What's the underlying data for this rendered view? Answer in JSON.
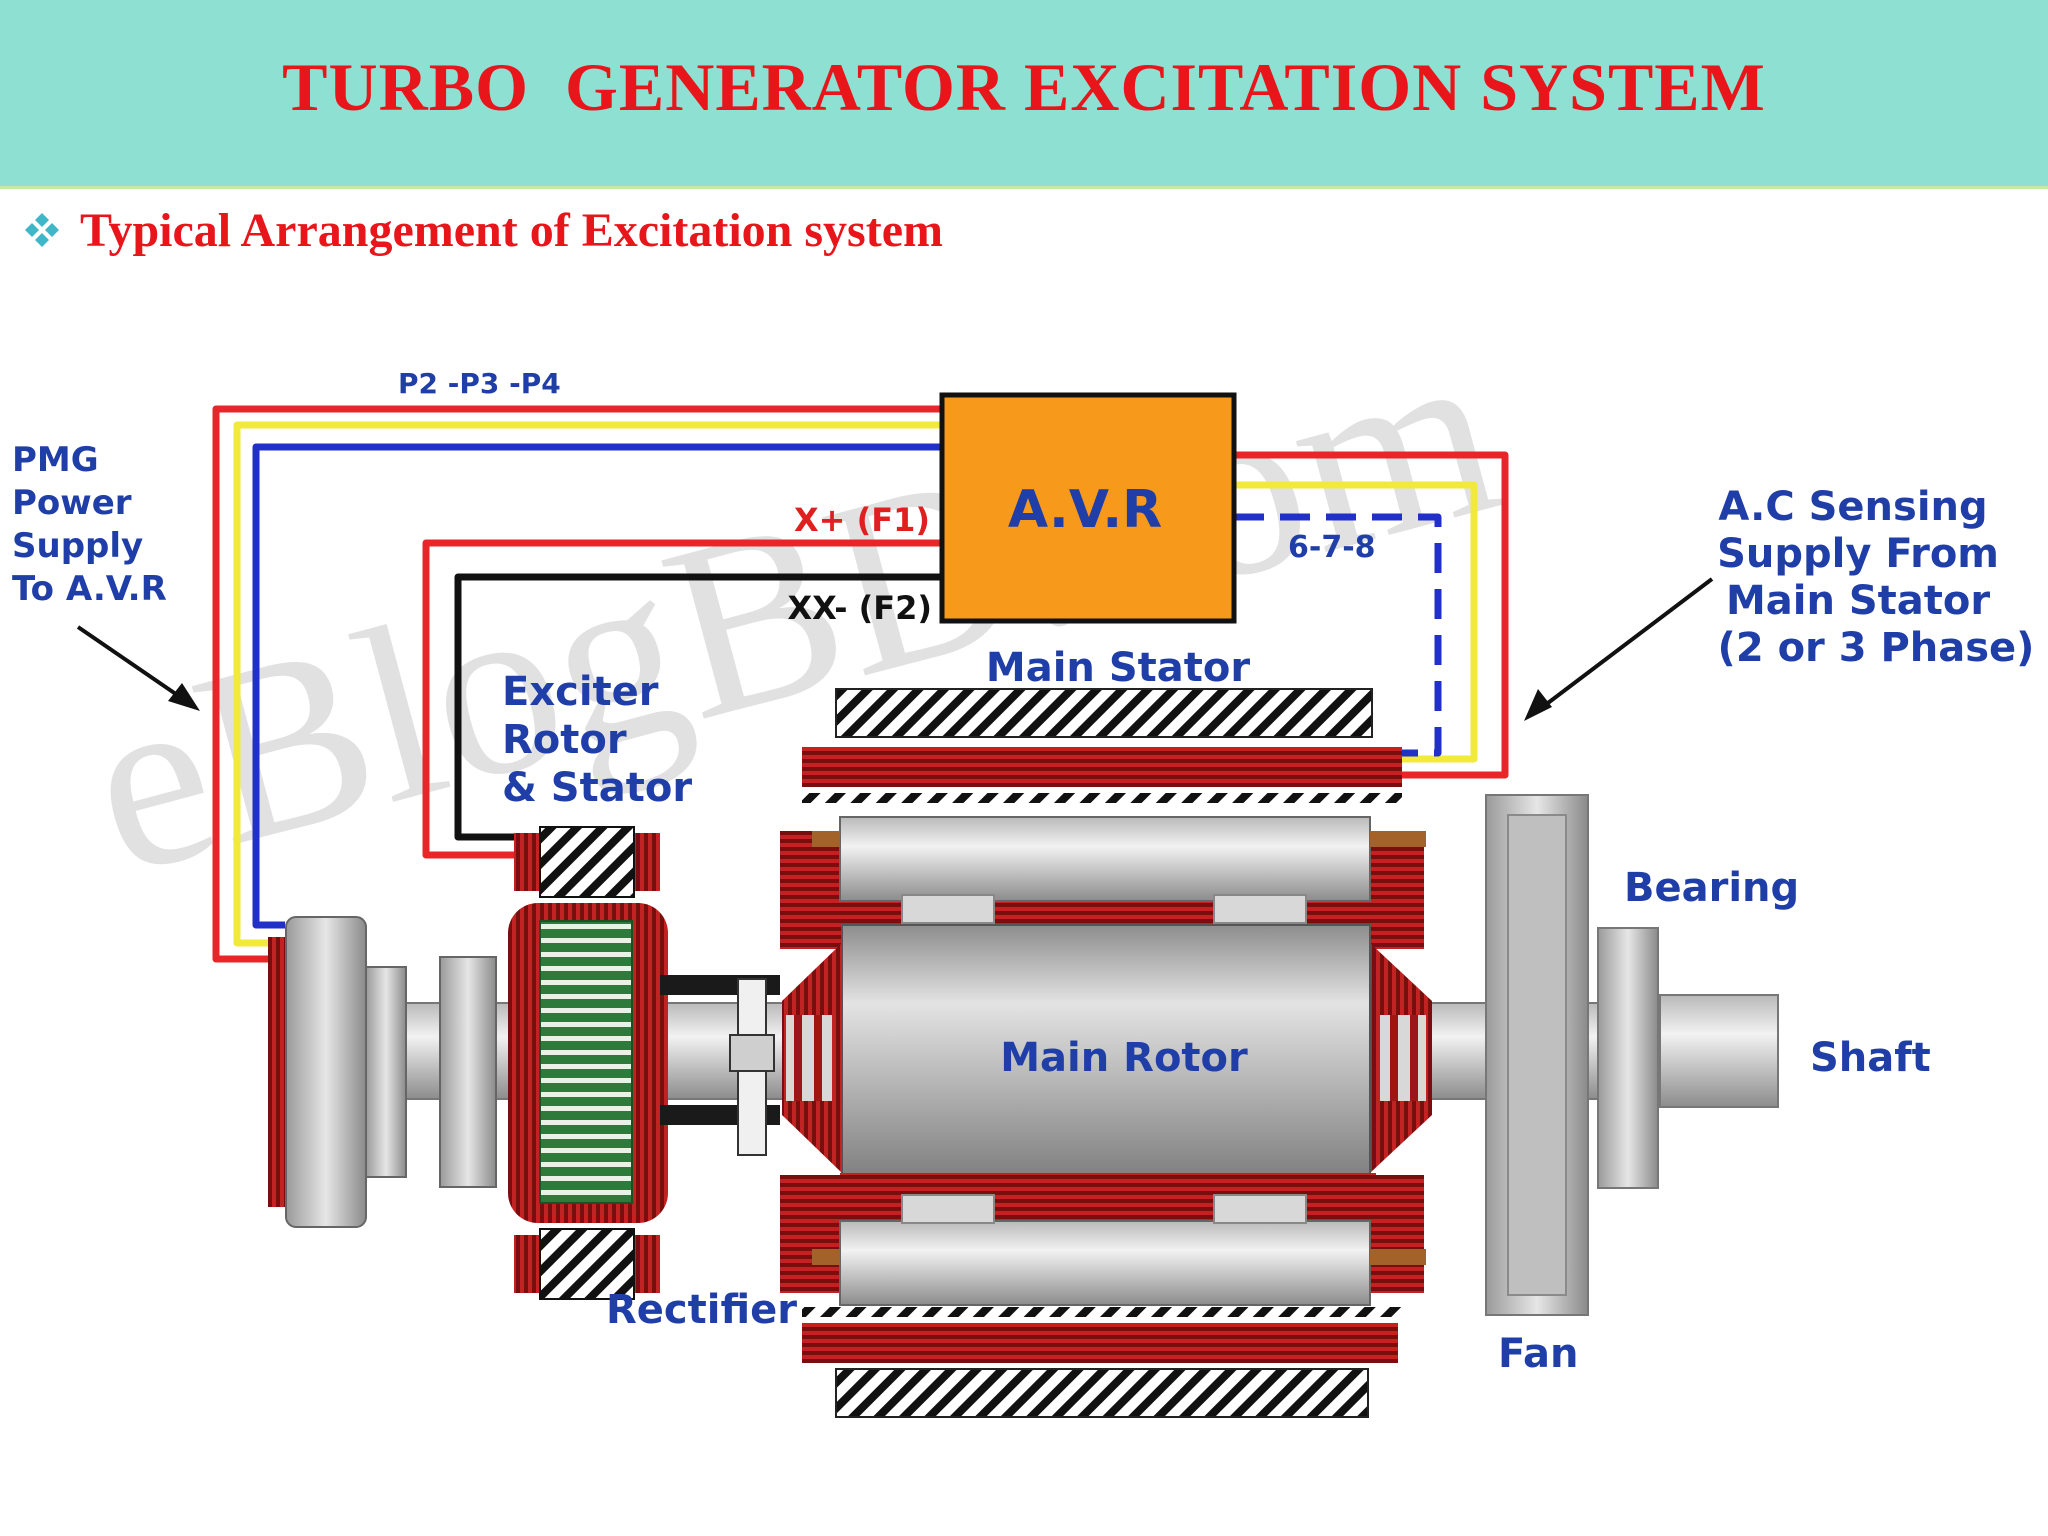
{
  "header": {
    "title": "TURBO  GENERATOR EXCITATION SYSTEM",
    "subtitle": "Typical Arrangement of Excitation system"
  },
  "diagram": {
    "watermark": "eBlogBD.com",
    "labels": {
      "pmg": [
        "PMG",
        "Power",
        "Supply",
        "To A.V.R"
      ],
      "p_terms": "P2 -P3 -P4",
      "xplus": "X+ (F1)",
      "xxminus": "XX- (F2)",
      "avr": "A.V.R",
      "sense_terms": "6-7-8",
      "ac_sensing": [
        "A.C Sensing",
        "Supply From",
        "Main Stator",
        "(2 or 3 Phase)"
      ],
      "main_stator": "Main Stator",
      "exciter": [
        "Exciter",
        "Rotor",
        "& Stator"
      ],
      "bearing": "Bearing",
      "shaft": "Shaft",
      "main_rotor": "Main Rotor",
      "rectifier": "Rectifier",
      "fan": "Fan"
    }
  },
  "colors": {
    "title": "#e8151b",
    "header_bg": "#8ee0d3",
    "label_blue": "#1f3ea8",
    "label_red": "#e02020",
    "avr_fill": "#f79a1c",
    "coil_red": "#9e1515"
  }
}
